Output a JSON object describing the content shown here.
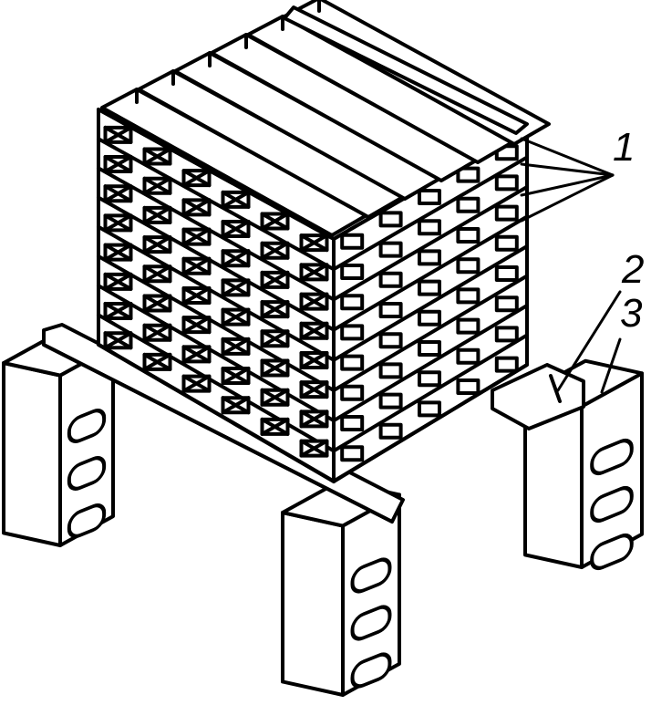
{
  "figure": {
    "callouts": [
      {
        "id": "1",
        "text": "1"
      },
      {
        "id": "2",
        "text": "2"
      },
      {
        "id": "3",
        "text": "3"
      }
    ],
    "colors": {
      "ink": "#000000",
      "paper": "#ffffff"
    },
    "components": [
      "stacked-lumber-layers",
      "sticker-strips",
      "support-beams",
      "hollow-concrete-block-piers"
    ]
  }
}
